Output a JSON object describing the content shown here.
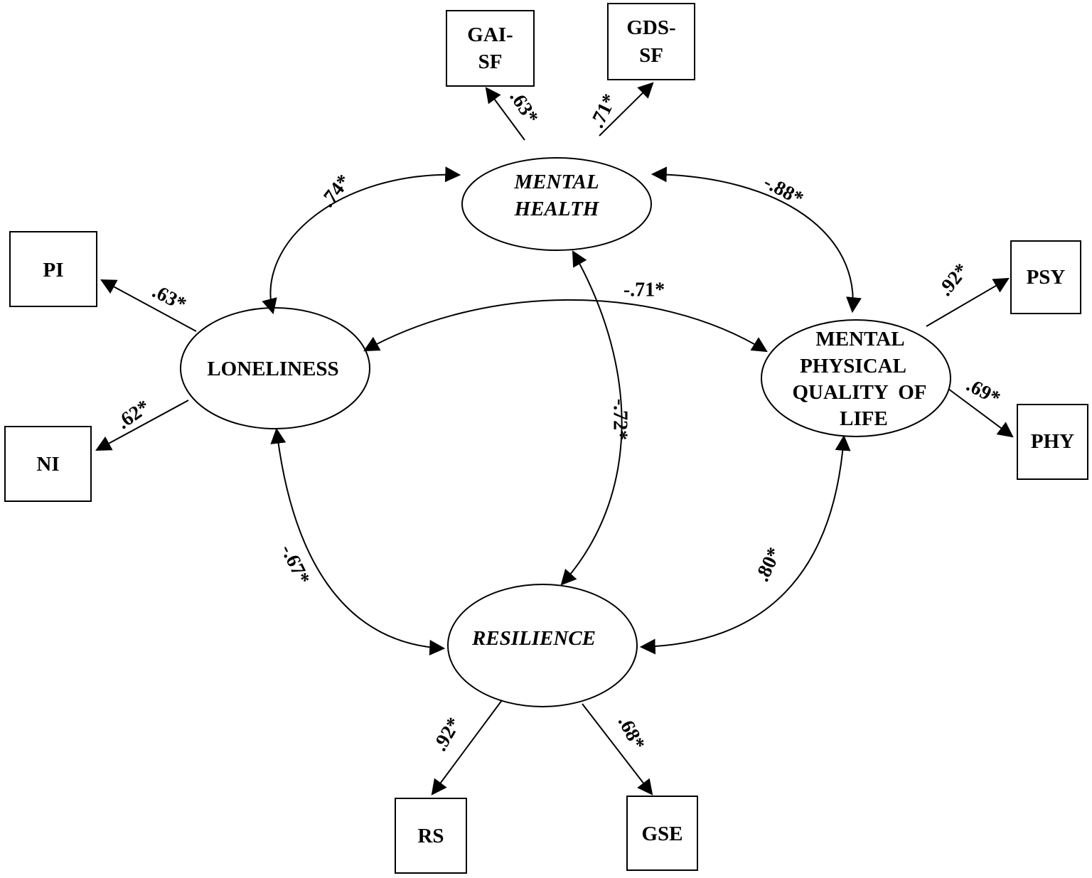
{
  "latent": {
    "mental_health": [
      "MENTAL",
      "HEALTH"
    ],
    "loneliness": [
      "LONELINESS"
    ],
    "qol": [
      "MENTAL",
      "PHYSICAL",
      "QUALITY  OF",
      "LIFE"
    ],
    "resilience": [
      "RESILIENCE"
    ]
  },
  "observed": {
    "gai_sf": [
      "GAI-",
      "SF"
    ],
    "gds_sf": [
      "GDS-",
      "SF"
    ],
    "pi": [
      "PI"
    ],
    "ni": [
      "NI"
    ],
    "psy": [
      "PSY"
    ],
    "phy": [
      "PHY"
    ],
    "rs": [
      "RS"
    ],
    "gse": [
      "GSE"
    ]
  },
  "loadings": {
    "gai_sf": ".63*",
    "gds_sf": ".71*",
    "pi": ".63*",
    "ni": ".62*",
    "psy": ".92*",
    "phy": ".69*",
    "rs": ".92*",
    "gse": ".68*"
  },
  "correlations": {
    "mh_lon": ".74*",
    "mh_qol": "-.88*",
    "lon_qol": "-.71*",
    "mh_res": "-.72*",
    "lon_res": "-.67*",
    "qol_res": ".80*"
  }
}
